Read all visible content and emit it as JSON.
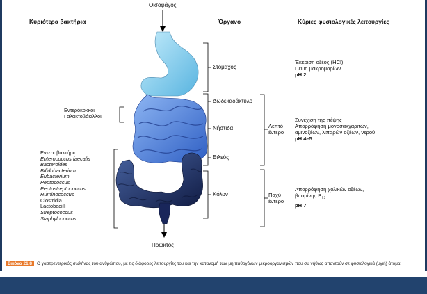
{
  "top_label": "Οισοφάγος",
  "bottom_label": "Πρωκτός",
  "headers": {
    "bacteria": "Κυριότερα βακτήρια",
    "organ": "Όργανο",
    "functions": "Κύριες φυσιολογικές λειτουργίες"
  },
  "organs": {
    "stomach": "Στόμαχος",
    "duodenum": "Δωδεκαδάκτυλο",
    "jejunum": "Νήστιδα",
    "ileum": "Ειλεός",
    "colon": "Κόλον"
  },
  "groups": {
    "small_l1": "Λεπτό",
    "small_l2": "έντερο",
    "large_l1": "Παχύ",
    "large_l2": "έντερο"
  },
  "functions": {
    "stomach": [
      "Έκκριση οξέος (HCl)",
      "Πέψη μακρομορίων",
      "pH 2"
    ],
    "small": [
      "Συνέχιση της πέψης",
      "Απορρόφηση μονοσακχαριτών,",
      "αμινοξέων, λιπαρών οξέων, νερού",
      "pH 4–5"
    ],
    "large_l1": "Απορρόφηση χολικών οξέων,",
    "large_l2_pre": "βιταμίνης Β",
    "large_l2_sub": "12",
    "large_ph": "pH 7"
  },
  "bacteria": {
    "small": [
      "Εντερόκοκκοι",
      "Γαλακτοβάκιλλοι"
    ],
    "large": [
      {
        "t": "Εντεροβακτήρια",
        "i": false
      },
      {
        "t": "Enterococcus faecalis",
        "i": true
      },
      {
        "t": "Bacteroides",
        "i": true
      },
      {
        "t": "Bifidobacterium",
        "i": true
      },
      {
        "t": "Eubacterium",
        "i": true
      },
      {
        "t": "Peptococcus",
        "i": true
      },
      {
        "t": "Peptostreptococcus",
        "i": true
      },
      {
        "t": "Ruminococcus",
        "i": true
      },
      {
        "t": "Clostridia",
        "i": false
      },
      {
        "t": "Lactobacilli",
        "i": false
      },
      {
        "t": "Streptococcus",
        "i": true
      },
      {
        "t": "Staphylococcus",
        "i": true
      }
    ]
  },
  "caption": {
    "label": "Εικόνα 21.8",
    "text": "Ο γαστρεντερικός σωλήνας του ανθρώπου, με τις διάφορες λειτουργίες του και την κατανομή των μη παθογόνων μικροοργανισμών που συ νήθως απαντούν σε φυσιολογικά (υγιή) άτομα."
  },
  "colors": {
    "stomach": "#8fd3f0",
    "small_intestine": "#4a7fd8",
    "large_intestine": "#1d2f63",
    "figure_label": "#e8792a",
    "frame": "#1f3a60"
  }
}
